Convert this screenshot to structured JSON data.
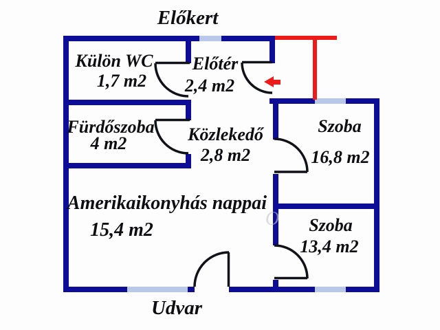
{
  "title_labels": {
    "front_garden": "Előkert",
    "yard": "Udvar"
  },
  "rooms": [
    {
      "id": "kulon-wc",
      "name": "Külön WC",
      "area": "1,7 m2"
    },
    {
      "id": "eloter",
      "name": "Előtér",
      "area": "2,4 m2"
    },
    {
      "id": "furdoszoba",
      "name": "Fürdőszoba",
      "area": "4 m2"
    },
    {
      "id": "kozlekedo",
      "name": "Közlekedő",
      "area": "2,8 m2"
    },
    {
      "id": "szoba-1",
      "name": "Szoba",
      "area": "16,8 m2"
    },
    {
      "id": "nappali",
      "name": "Amerikaikonyhás nappai",
      "area": "15,4 m2"
    },
    {
      "id": "szoba-2",
      "name": "Szoba",
      "area": "13,4 m2"
    }
  ],
  "colors": {
    "wall": "#0d0d97",
    "window": "#b9c7e8",
    "entrance_red": "#ee1b1b",
    "text": "#0d0d12"
  },
  "watermark": "O"
}
